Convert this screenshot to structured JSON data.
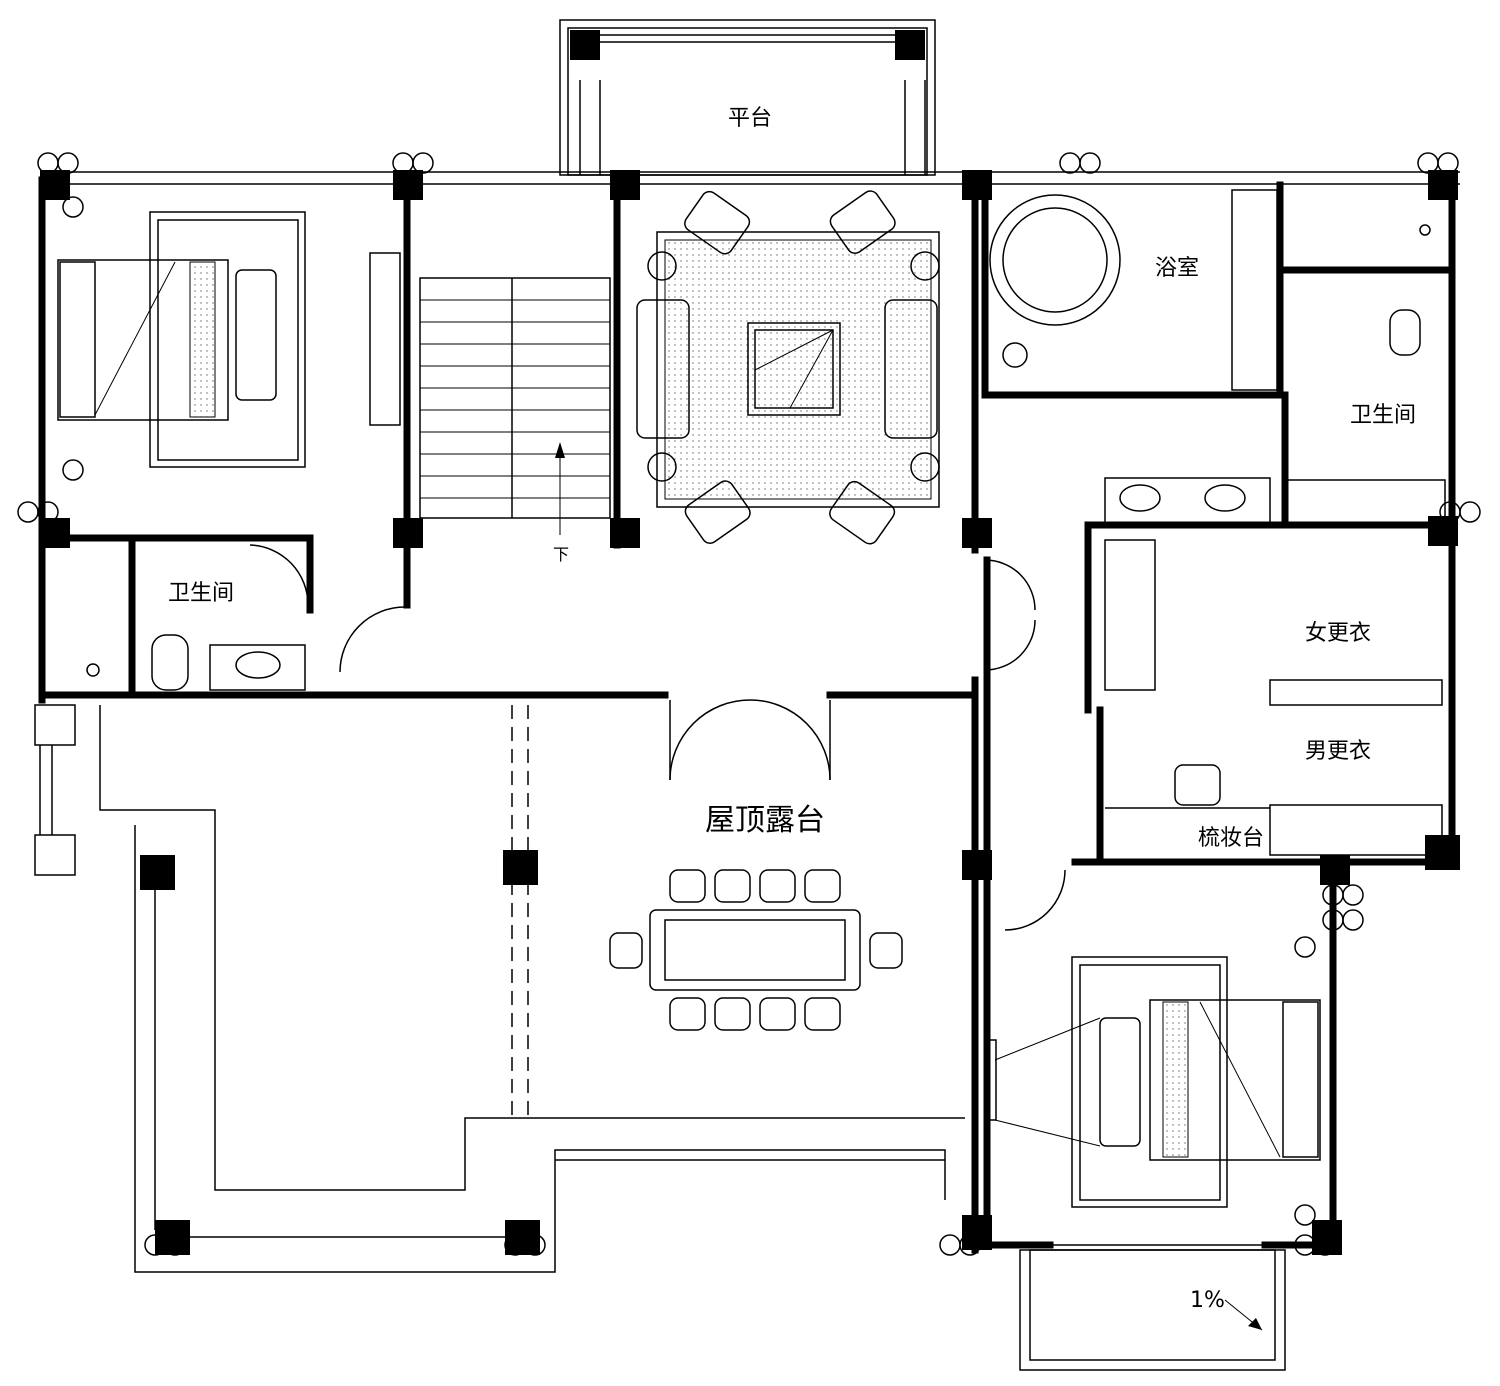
{
  "plan": {
    "rooms": {
      "platform": "平台",
      "bathroom_tub": "浴室",
      "toilet_left": "卫生间",
      "toilet_right": "卫生间",
      "womens_dressing": "女更衣",
      "mens_dressing": "男更衣",
      "vanity": "梳妆台",
      "roof_terrace": "屋顶露台"
    },
    "stair_direction": "下",
    "slope": "1%"
  }
}
